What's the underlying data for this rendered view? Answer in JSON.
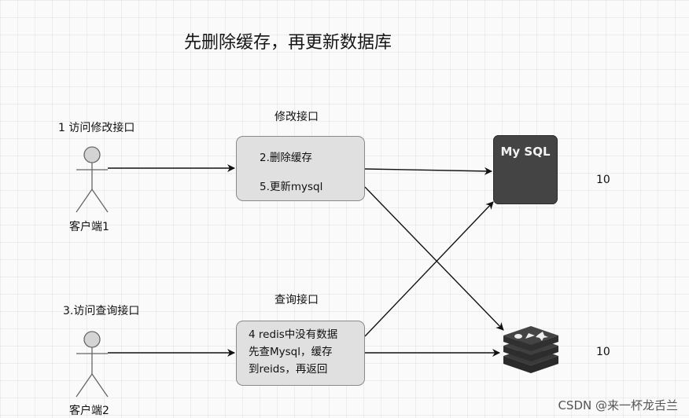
{
  "title": "先删除缓存，再更新数据库",
  "client1": {
    "action_label": "1 访问修改接口",
    "name": "客户端1"
  },
  "client2": {
    "action_label": "3.访问查询接口",
    "name": "客户端2"
  },
  "update_api": {
    "title": "修改接口",
    "steps": [
      "2.删除缓存",
      "5.更新mysql"
    ]
  },
  "query_api": {
    "title": "查询接口",
    "lines": [
      "4 redis中没有数据",
      "先查Mysql，缓存",
      "到reids，再返回"
    ]
  },
  "mysql": {
    "label": "My SQL",
    "value": "10"
  },
  "redis": {
    "icon": "redis-icon",
    "value": "10"
  },
  "watermark": "CSDN @来一杯龙舌兰",
  "colors": {
    "box_fill": "#e0e0e0",
    "mysql_fill": "#444444",
    "redis_fill": "#3a3a3a"
  }
}
